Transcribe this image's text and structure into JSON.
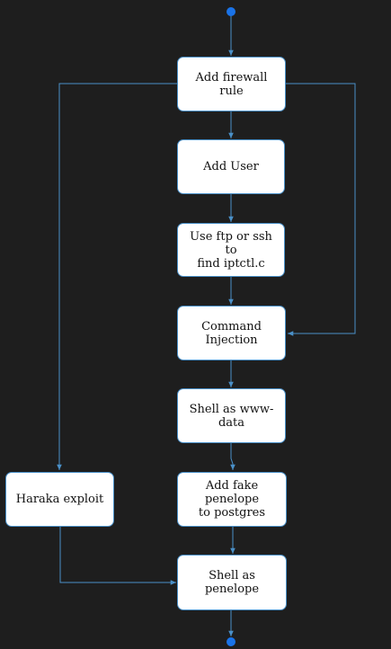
{
  "colors": {
    "background": "#1e1e1e",
    "edge": "#4a90c8",
    "terminal": "#1a73e8",
    "node_fill": "#ffffff"
  },
  "nodes": {
    "firewall": "Add firewall rule",
    "add_user": "Add User",
    "ftp_ssh": "Use ftp or ssh to\nfind iptctl.c",
    "command_injection": "Command\nInjection",
    "shell_www": "Shell as www-data",
    "fake_penelope": "Add fake penelope\nto postgres",
    "haraka": "Haraka exploit",
    "shell_penelope": "Shell as penelope"
  }
}
